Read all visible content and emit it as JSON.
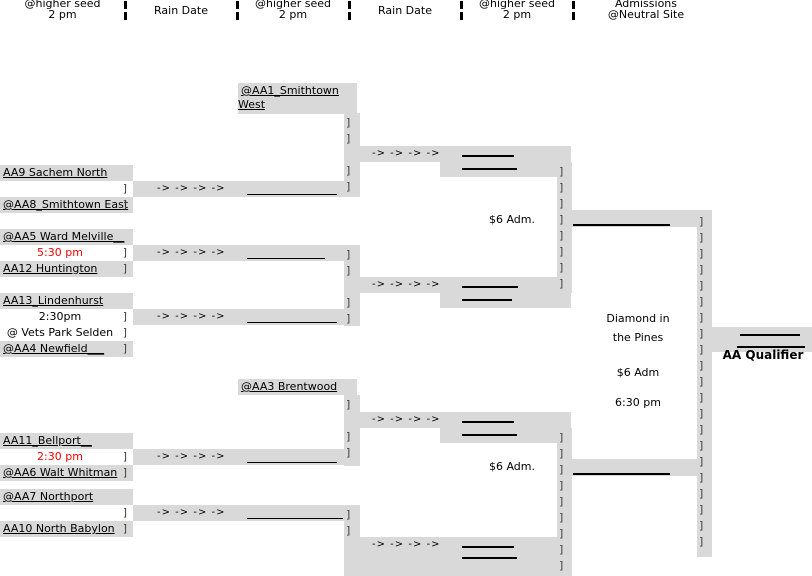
{
  "header": {
    "col1": {
      "line1": "@higher seed",
      "line2": "2 pm"
    },
    "col2": {
      "line1": "Rain Date"
    },
    "col3": {
      "line1": "@higher seed",
      "line2": "2 pm"
    },
    "col4": {
      "line1": "Rain Date"
    },
    "col5": {
      "line1": "@higher seed",
      "line2": "2 pm"
    },
    "col6": {
      "line1": "Admissions",
      "line2": "@Neutral Site"
    }
  },
  "round1": {
    "game1": {
      "top": "AA9 Sachem North",
      "bottom": "@AA8_Smithtown East",
      "time": ""
    },
    "game2": {
      "top": "@AA5 Ward Melville__",
      "bottom": "AA12 Huntington",
      "time": "5:30 pm"
    },
    "game3": {
      "top": "AA13_Lindenhurst",
      "bottom": "@AA4 Newfield___",
      "time": "2:30pm",
      "venue": "@ Vets Park Selden"
    },
    "game4": {
      "top": "AA11_Bellport__",
      "bottom": "@AA6 Walt Whitman",
      "time": "2:30 pm"
    },
    "game5": {
      "top": "@AA7 Northport",
      "bottom": "AA10 North Babylon",
      "time": ""
    }
  },
  "round2": {
    "bye_top": "@AA1_Smithtown West",
    "bye_bottom": "@AA3 Brentwood"
  },
  "semifinals": {
    "admission": "$6 Adm."
  },
  "final": {
    "venue_line1": "Diamond in",
    "venue_line2": "the Pines",
    "admission": "$6 Adm",
    "time": "6:30 pm"
  },
  "champion": {
    "label": "AA Qualifier"
  },
  "labels": {
    "arrows": "-> -> -> ->",
    "bracket_char": "]"
  },
  "colors": {
    "bar_gray": "#d9d9d9",
    "time_red": "#ff0000",
    "line_black": "#000000"
  }
}
